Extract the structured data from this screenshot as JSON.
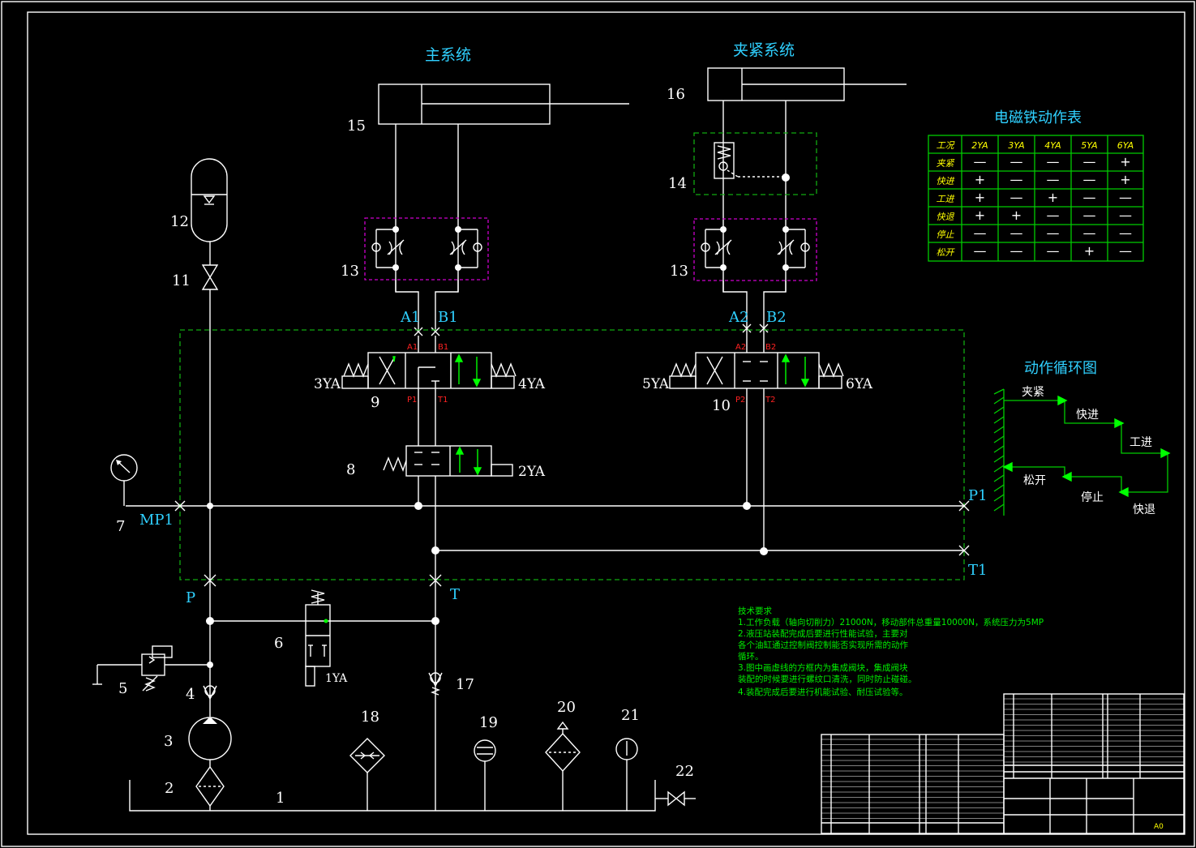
{
  "titles": {
    "main_system": "主系统",
    "clamp_system": "夹紧系统",
    "solenoid_table": "电磁铁动作表",
    "cycle": "动作循环图"
  },
  "components": {
    "c1": "1",
    "c2": "2",
    "c3": "3",
    "c4": "4",
    "c5": "5",
    "c6": "6",
    "c7": "7",
    "c8": "8",
    "c9": "9",
    "c10": "10",
    "c11": "11",
    "c12": "12",
    "c13a": "13",
    "c13b": "13",
    "c14": "14",
    "c15": "15",
    "c16": "16",
    "c17": "17",
    "c18": "18",
    "c19": "19",
    "c20": "20",
    "c21": "21",
    "c22": "22"
  },
  "solenoids": {
    "y1": "1YA",
    "y2": "2YA",
    "y3": "3YA",
    "y4": "4YA",
    "y5": "5YA",
    "y6": "6YA"
  },
  "ports": {
    "A1": "A1",
    "B1": "B1",
    "A2": "A2",
    "B2": "B2",
    "P": "P",
    "T": "T",
    "P1": "P1",
    "T1": "T1",
    "MP1": "MP1"
  },
  "valve_ports": {
    "a1": "A1",
    "b1": "B1",
    "p1": "P1",
    "t1": "T1",
    "a2": "A2",
    "b2": "B2",
    "p2": "P2",
    "t2": "T2"
  },
  "solenoid_table": {
    "headers": [
      "工况",
      "2YA",
      "3YA",
      "4YA",
      "5YA",
      "6YA"
    ],
    "rows": [
      [
        "夹紧",
        "—",
        "—",
        "—",
        "—",
        "+"
      ],
      [
        "快进",
        "+",
        "—",
        "—",
        "—",
        "+"
      ],
      [
        "工进",
        "+",
        "—",
        "+",
        "—",
        "—"
      ],
      [
        "快退",
        "+",
        "+",
        "—",
        "—",
        "—"
      ],
      [
        "停止",
        "—",
        "—",
        "—",
        "—",
        "—"
      ],
      [
        "松开",
        "—",
        "—",
        "—",
        "+",
        "—"
      ]
    ]
  },
  "cycle": {
    "clamp": "夹紧",
    "fast_forward": "快进",
    "work_feed": "工进",
    "fast_return": "快退",
    "stop": "停止",
    "release": "松开"
  },
  "notes": {
    "title": "技术要求",
    "line1": "1.工作负载（轴向切削力）21000N，移动部件总重量10000N，系统压力为5MP",
    "line2": "2.液压站装配完成后要进行性能试验，主要对",
    "line3": "各个油缸通过控制阀控制能否实现所需的动作",
    "line4": "循环。",
    "line5": "3.图中画虚线的方框内为集成阀块，集成阀块",
    "line6": "装配的时候要进行螺纹口清洗，同时防止碰碰。",
    "line7": "4.装配完成后要进行机能试验、耐压试验等。"
  },
  "title_block": {
    "sheet_size": "A0"
  },
  "colors": {
    "background": "#000000",
    "lines": "#ffffff",
    "table": "#00cc00",
    "labels": "#2fd0ff",
    "port_marks": "#ff2222",
    "integrated_block": "#11aa11",
    "valve_frame": "#cc00cc"
  }
}
